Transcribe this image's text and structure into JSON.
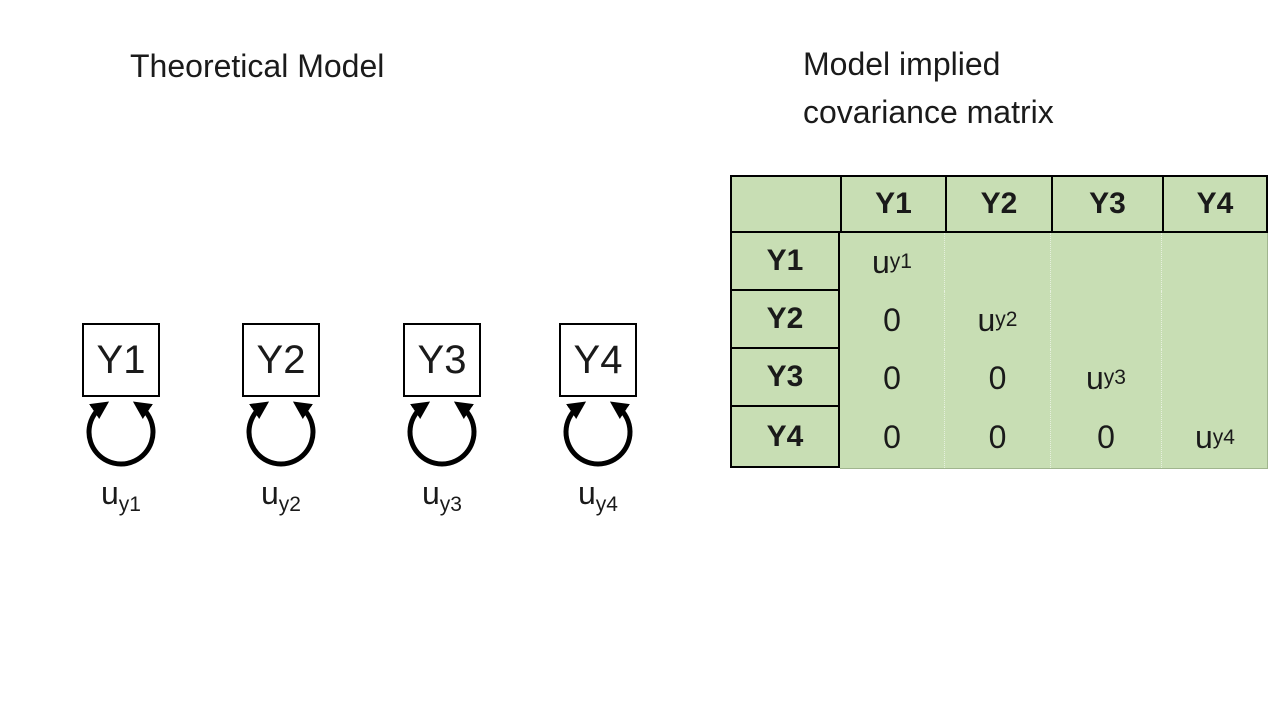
{
  "left_panel": {
    "title": "Theoretical Model",
    "variables": [
      {
        "name": "Y1",
        "error_base": "u",
        "error_sub": "y1"
      },
      {
        "name": "Y2",
        "error_base": "u",
        "error_sub": "y2"
      },
      {
        "name": "Y3",
        "error_base": "u",
        "error_sub": "y3"
      },
      {
        "name": "Y4",
        "error_base": "u",
        "error_sub": "y4"
      }
    ]
  },
  "right_panel": {
    "title": "Model implied covariance matrix",
    "matrix": {
      "col_headers": [
        "Y1",
        "Y2",
        "Y3",
        "Y4"
      ],
      "rows": [
        {
          "header": "Y1",
          "cells": [
            {
              "base": "u",
              "sub": "y1"
            },
            {
              "base": "",
              "sub": ""
            },
            {
              "base": "",
              "sub": ""
            },
            {
              "base": "",
              "sub": ""
            }
          ]
        },
        {
          "header": "Y2",
          "cells": [
            {
              "base": "0",
              "sub": ""
            },
            {
              "base": "u",
              "sub": "y2"
            },
            {
              "base": "",
              "sub": ""
            },
            {
              "base": "",
              "sub": ""
            }
          ]
        },
        {
          "header": "Y3",
          "cells": [
            {
              "base": "0",
              "sub": ""
            },
            {
              "base": "0",
              "sub": ""
            },
            {
              "base": "u",
              "sub": "y3"
            },
            {
              "base": "",
              "sub": ""
            }
          ]
        },
        {
          "header": "Y4",
          "cells": [
            {
              "base": "0",
              "sub": ""
            },
            {
              "base": "0",
              "sub": ""
            },
            {
              "base": "0",
              "sub": ""
            },
            {
              "base": "u",
              "sub": "y4"
            }
          ]
        }
      ]
    }
  },
  "colors": {
    "table_fill": "#c8deb4",
    "line": "#000000",
    "text": "#1a1a1a"
  }
}
